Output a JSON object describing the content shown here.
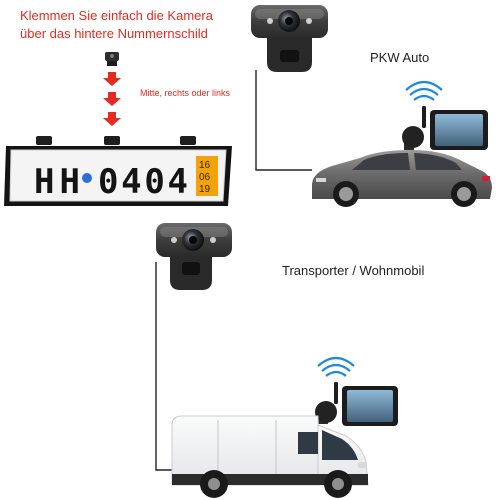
{
  "header": {
    "line1": "Klemmen Sie einfach die Kamera",
    "line2": "über das hintere Nummernschild"
  },
  "plate_note": "Mitte, rechts oder links",
  "plate": {
    "region": "HH",
    "number": "0404",
    "sticker_lines": [
      "16",
      "06",
      "19"
    ]
  },
  "car_section": {
    "label": "PKW Auto"
  },
  "van_section": {
    "label": "Transporter / Wohnmobil"
  },
  "colors": {
    "accent_red": "#e32b1f",
    "plate_seal_blue": "#2c6fd8",
    "wifi_blue": "#1e88e5",
    "sticker_orange": "#f2a20c"
  }
}
